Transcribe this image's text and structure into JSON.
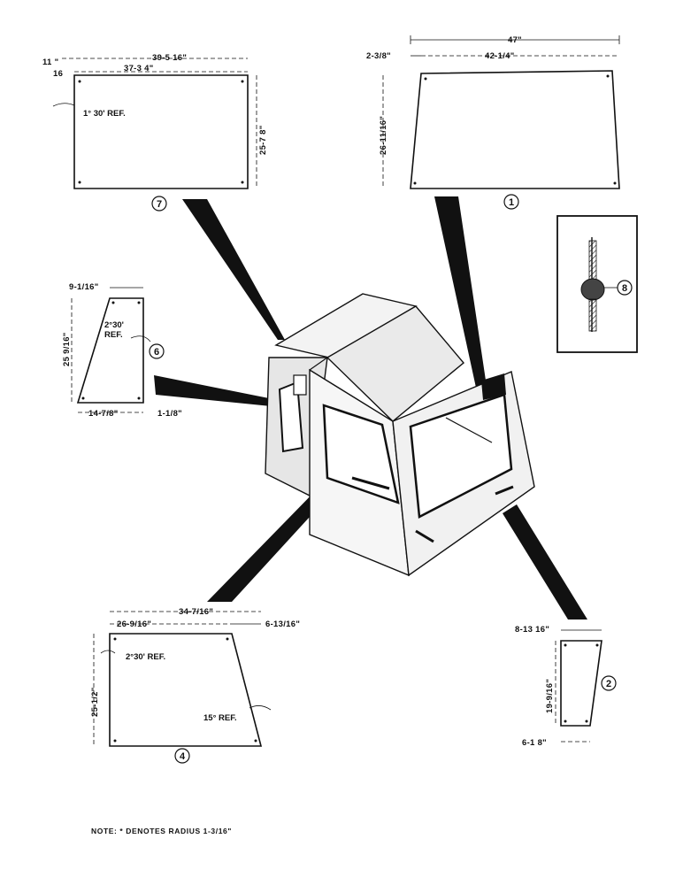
{
  "panel7": {
    "callout": "7",
    "dim_top_left": "11 \"",
    "dim_top_left2": "16",
    "dim_top_total": "39-5 16\"",
    "dim_top": "37-3 4\"",
    "dim_height": "25-7 8\"",
    "angle": "1° 30' REF."
  },
  "panel1": {
    "callout": "1",
    "dim_total": "47\"",
    "dim_offset": "2-3/8\"",
    "dim_top": "42-1/4\"",
    "dim_height": "26-11/16\""
  },
  "panel6": {
    "callout": "6",
    "dim_top": "9-1/16\"",
    "dim_height": "25 9/16\"",
    "angle_line1": "2°30'",
    "angle_line2": "REF.",
    "dim_bottom": "14-7/8\"",
    "dim_bottom_right": "1-1/8\""
  },
  "detail8": {
    "callout": "8"
  },
  "panel4": {
    "callout": "4",
    "dim_total": "34-7/16\"",
    "dim_top": "26-9/16\"",
    "dim_offset": "6-13/16\"",
    "dim_height": "25-1/2\"",
    "angle_left": "2°30' REF.",
    "angle_right": "15° REF."
  },
  "panel2": {
    "callout": "2",
    "dim_top": "8-13 16\"",
    "dim_height": "19-9/16\"",
    "dim_bottom": "6-1 8\""
  },
  "note": "NOTE: * DENOTES RADIUS 1-3/16\""
}
